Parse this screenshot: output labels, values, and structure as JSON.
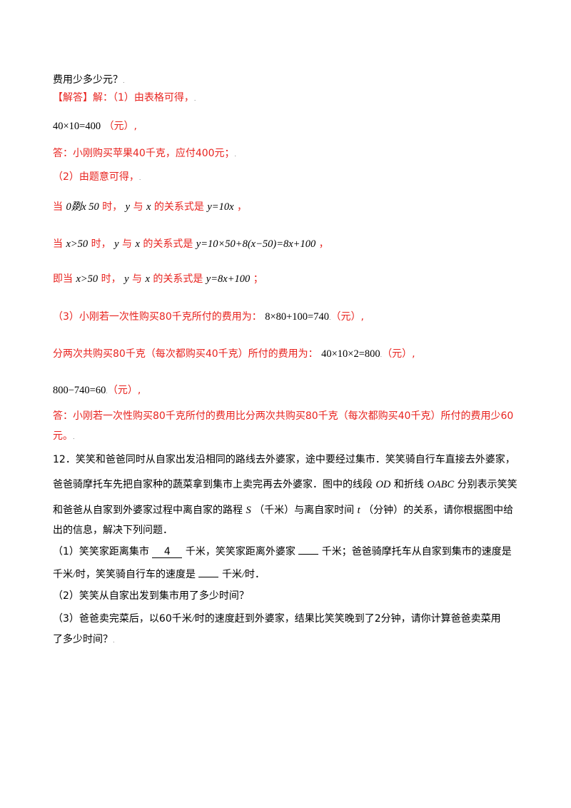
{
  "colors": {
    "answer_red": "#e8231f",
    "text": "#000000"
  },
  "prev": {
    "q_end": "费用少多少元？",
    "answer_tag": "【解答】解：（1）由表格可得，",
    "eq1": "40×10=400",
    "eq1_unit": "（元）,",
    "ans1": "答：小刚购买苹果40千克，应付400元；",
    "p2": "（2）由题意可得，",
    "c1_a": "当",
    "c1_cond": "0剟x 50",
    "c1_b": "时，",
    "c1_y": "y",
    "c1_c": "与",
    "c1_x": "x",
    "c1_d": "的关系式是",
    "c1_eq": "y=10x",
    "c1_end": "，",
    "c2_a": "当",
    "c2_cond": "x>50",
    "c2_b": "时，",
    "c2_y": "y",
    "c2_c": "与",
    "c2_x": "x",
    "c2_d": "的关系式是",
    "c2_eq": "y=10×50+8(x−50)=8x+100",
    "c2_end": "，",
    "c3_a": "即当",
    "c3_cond": "x>50",
    "c3_b": "时，",
    "c3_y": "y",
    "c3_c": "与",
    "c3_x": "x",
    "c3_d": "的关系式是",
    "c3_eq": "y=8x+100",
    "c3_end": "；",
    "p3": "（3）小刚若一次性购买80千克所付的费用为：",
    "p3_eq": "8×80+100=740",
    "p3_unit": "（元）,",
    "p3b": "分两次共购买80千克（每次都购买40千克）所付的费用为：",
    "p3b_eq": "40×10×2=800",
    "p3b_unit": "（元）,",
    "p3c_eq": "800−740=60",
    "p3c_unit": "（元）,",
    "final_1": "答：小刚若一次性购买80千克所付的费用比分两次共购买80千克（每次都购买40千克）所付的费用少60",
    "final_2": "元。"
  },
  "q12": {
    "line1": "12．笑笑和爸爸同时从自家出发沿相同的路线去外婆家，途中要经过集市．笑笑骑自行车直接去外婆家，",
    "line2_a": "爸爸骑摩托车先把自家种的蔬菜拿到集市上卖完再去外婆家．图中的线段",
    "line2_od": "OD",
    "line2_b": "和折线",
    "line2_oabc": "OABC",
    "line2_c": "分别表示笑笑",
    "line3_a": "和爸爸从自家到外婆家过程中离自家的路程",
    "line3_s": "S",
    "line3_b": "（千米）与离自家时间",
    "line3_t": "t",
    "line3_c": "（分钟）的关系，请你根据图中给",
    "line4": "出的信息，解决下列问题．",
    "s1_a": "（1）笑笑家距离集市",
    "s1_fill": "4",
    "s1_b": "千米，笑笑家距离外婆家",
    "s1_c": "千米；爸爸骑摩托车从自家到集市的速度是",
    "s1_l2_a": "千米",
    "s1_l2_slash": "/",
    "s1_l2_b": "时，笑笑骑自行车的速度是",
    "s1_l2_c": "千米",
    "s1_l2_slash2": "/",
    "s1_l2_d": "时．",
    "s2": "（2）笑笑从自家出发到集市用了多少时间？",
    "s3_a": "（3）爸爸卖完菜后，以60千米",
    "s3_slash": "/",
    "s3_b": "时的速度赶到外婆家，结果比笑笑晚到了2分钟，请你计算爸爸卖菜用",
    "s3_l2": "了多少时间？"
  },
  "marks": {
    "para": "."
  }
}
